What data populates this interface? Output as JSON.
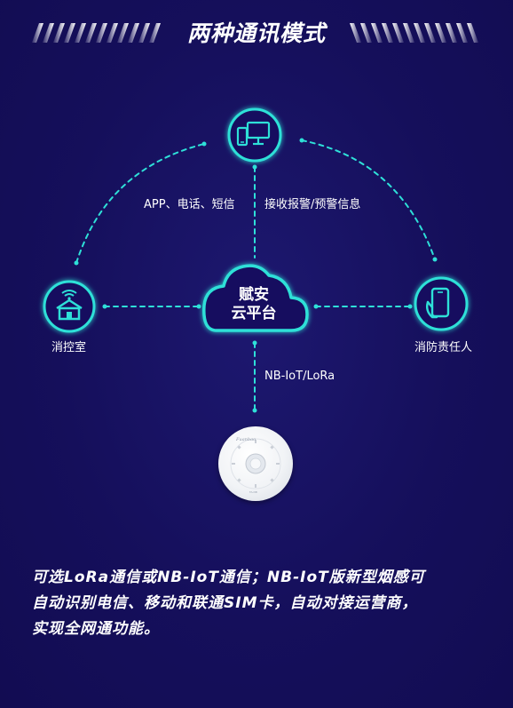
{
  "header": {
    "title": "两种通讯模式"
  },
  "diagram": {
    "center": {
      "label_line1": "赋安",
      "label_line2": "云平台",
      "icon": "cloud-icon"
    },
    "top_node": {
      "icon": "devices-icon"
    },
    "left_node": {
      "label": "消控室",
      "icon": "control-room-icon"
    },
    "right_node": {
      "label": "消防责任人",
      "icon": "smartphone-icon"
    },
    "left_link_label": "APP、电话、短信",
    "right_link_label": "接收报警/预警信息",
    "bottom_link_label": "NB-IoT/LoRa",
    "device": {
      "icon": "smoke-detector-icon",
      "brand": "Fuanbao",
      "model": "FA-NB"
    },
    "accent_color": "#2ee0d8"
  },
  "description": {
    "line1": "可选LoRa通信或NB-IoT通信；NB-IoT版新型烟感可",
    "line2": "自动识别电信、移动和联通SIM卡，自动对接运营商，",
    "line3": "实现全网通功能。"
  }
}
